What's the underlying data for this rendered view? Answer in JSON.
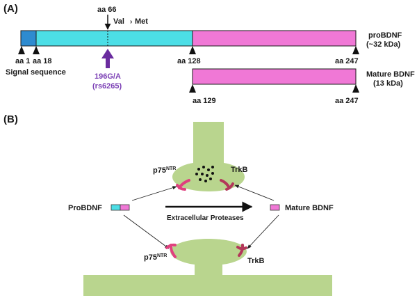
{
  "panel_a": {
    "label": "(A)",
    "positions": {
      "aa1": "aa 1",
      "aa18": "aa 18",
      "aa66": "aa 66",
      "aa128": "aa 128",
      "aa247_pro": "aa 247",
      "aa129": "aa 129",
      "aa247_mature": "aa 247"
    },
    "signal_sequence": "Signal sequence",
    "val": "Val",
    "met": "Met",
    "polymorphism": "196G/A",
    "rs_id": "(rs6265)",
    "probdnf_name": "proBDNF",
    "probdnf_size": "(~32 kDa)",
    "mature_name": "Mature BDNF",
    "mature_size": "(13 kDa)"
  },
  "panel_b": {
    "label": "(B)",
    "p75_top": "p75",
    "p75_top_sup": "NTR",
    "trkb_top": "TrkB",
    "probdnf": "ProBDNF",
    "mature_bdnf": "Mature BDNF",
    "proteases": "Extracellular Proteases",
    "p75_bottom": "p75",
    "p75_bottom_sup": "NTR",
    "trkb_bottom": "TrkB"
  },
  "colors": {
    "signal": "#2e8bd0",
    "prodomain": "#4cdee6",
    "mature": "#f078d6",
    "arrow_purple": "#6a2c9f",
    "text_purple": "#7b3fb5",
    "neuron": "#b9d58e",
    "receptor_p75": "#e0407e",
    "receptor_trkb": "#b3385a"
  }
}
